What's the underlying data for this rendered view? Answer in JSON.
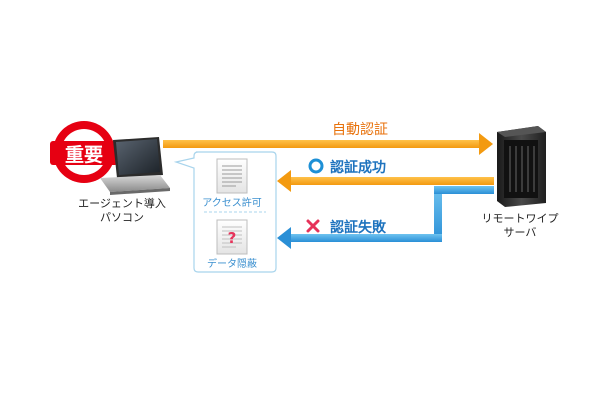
{
  "badge": {
    "text": "重要",
    "color": "#e60012"
  },
  "pc": {
    "label_line1": "エージェント導入",
    "label_line2": "パソコン"
  },
  "server": {
    "label_line1": "リモートワイプ",
    "label_line2": "サーバ"
  },
  "arrows": {
    "auto_auth": {
      "label": "自動認証",
      "color": "#f5a623",
      "label_color": "#e8720c"
    },
    "auth_success": {
      "label": "認証成功",
      "symbol": "○",
      "color": "#f5a623",
      "label_color": "#1e73be"
    },
    "auth_fail": {
      "label": "認証失敗",
      "symbol": "✕",
      "color": "#3a9ad9",
      "label_color": "#1e73be",
      "symbol_color": "#e6335a"
    }
  },
  "callout": {
    "access_label": "アクセス許可",
    "hide_label": "データ隠蔽",
    "border_color": "#a8d4ec",
    "text_color": "#3a8fcf"
  },
  "icons": {
    "badge": "important-badge-icon",
    "laptop": "laptop-icon",
    "server": "server-tower-icon",
    "document": "document-icon",
    "hidden_document": "hidden-document-icon"
  }
}
